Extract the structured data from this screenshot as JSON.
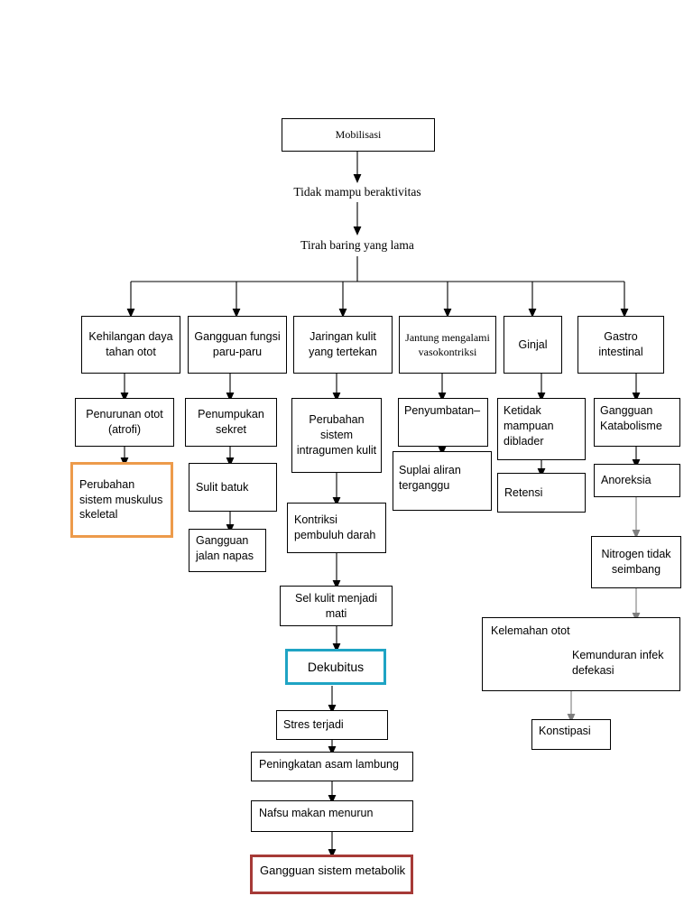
{
  "diagram": {
    "title": "Mobilisasi pathway flowchart",
    "colors": {
      "accent_orange": "#ED9B4B",
      "accent_blue": "#1FA4C4",
      "accent_red": "#A63A37",
      "line": "#000000",
      "line_gray": "#7f7f7f"
    },
    "nodes": [
      {
        "id": "mobilisasi",
        "label": "Mobilisasi"
      },
      {
        "id": "tidak-mampu",
        "label": "Tidak mampu beraktivitas"
      },
      {
        "id": "tirah-baring",
        "label": "Tirah baring yang lama"
      },
      {
        "id": "kehilangan-daya",
        "label": "Kehilangan daya tahan otot"
      },
      {
        "id": "gangguan-paru",
        "label": "Gangguan fungsi paru-paru"
      },
      {
        "id": "jaringan-kulit",
        "label": "Jaringan kulit yang tertekan"
      },
      {
        "id": "jantung",
        "label": "Jantung mengalami vasokontriksi"
      },
      {
        "id": "ginjal",
        "label": "Ginjal"
      },
      {
        "id": "gastro",
        "label": "Gastro intestinal"
      },
      {
        "id": "penurunan-otot",
        "label": "Penurunan otot (atrofi)"
      },
      {
        "id": "penumpukan-sekret",
        "label": "Penumpukan sekret"
      },
      {
        "id": "perubahan-intragumen",
        "label": "Perubahan sistem intragumen kulit"
      },
      {
        "id": "penyumbatan",
        "label": "Penyumbatan–"
      },
      {
        "id": "ketidak-mampuan",
        "label": "Ketidak mampuan diblader"
      },
      {
        "id": "gangguan-katabolisme",
        "label": "Gangguan Katabolisme"
      },
      {
        "id": "perubahan-muskulus",
        "label": "Perubahan sistem muskulus skeletal"
      },
      {
        "id": "sulit-batuk",
        "label": "Sulit batuk"
      },
      {
        "id": "suplai-aliran",
        "label": "Suplai aliran terganggu"
      },
      {
        "id": "retensi",
        "label": "Retensi"
      },
      {
        "id": "anoreksia",
        "label": "Anoreksia"
      },
      {
        "id": "kontriksi-pembuluh",
        "label": "Kontriksi pembuluh darah"
      },
      {
        "id": "gangguan-jalan-napas",
        "label": "Gangguan jalan napas"
      },
      {
        "id": "nitrogen",
        "label": "Nitrogen tidak seimbang"
      },
      {
        "id": "sel-kulit",
        "label": "Sel kulit menjadi mati"
      },
      {
        "id": "dekubitus",
        "label": "Dekubitus"
      },
      {
        "id": "kelemahan-otot",
        "label": "Kelemahan otot"
      },
      {
        "id": "kemunduran-infek",
        "label": "Kemunduran infek defekasi"
      },
      {
        "id": "stres-terjadi",
        "label": "Stres terjadi"
      },
      {
        "id": "konstipasi",
        "label": "Konstipasi"
      },
      {
        "id": "peningkatan-asam",
        "label": "Peningkatan asam lambung"
      },
      {
        "id": "nafsu-makan",
        "label": "Nafsu makan menurun"
      },
      {
        "id": "gangguan-metabolik",
        "label": "Gangguan sistem metabolik"
      }
    ]
  }
}
